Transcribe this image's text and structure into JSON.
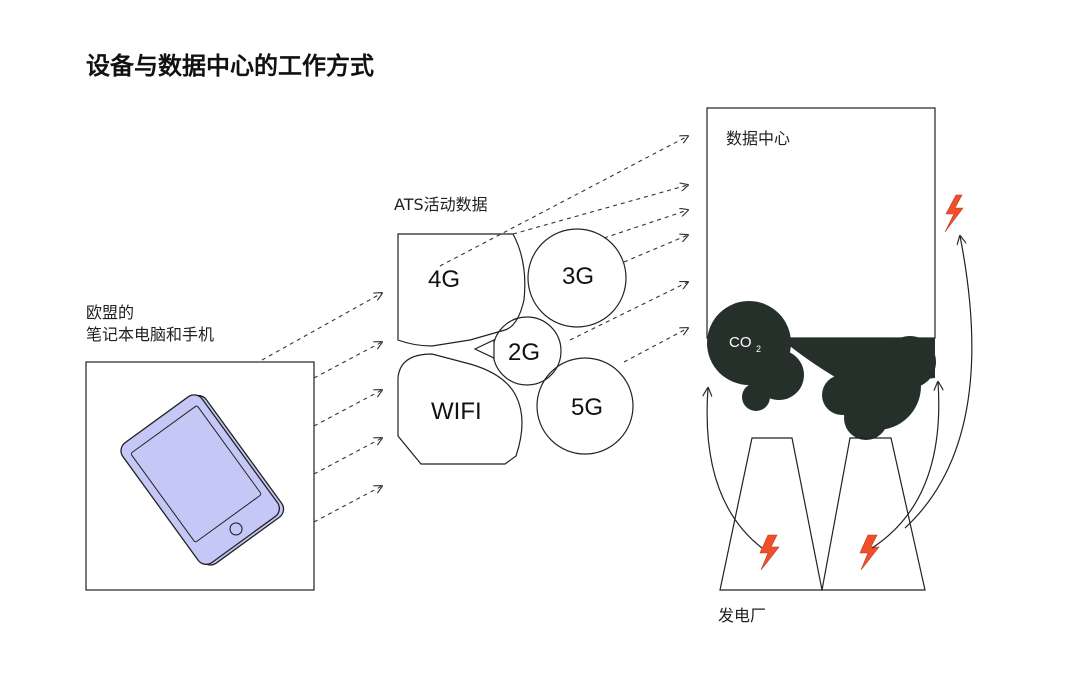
{
  "title": "设备与数据中心的工作方式",
  "devices": {
    "label_line1": "欧盟的",
    "label_line2": "笔记本电脑和手机"
  },
  "network": {
    "label": "ATS活动数据",
    "nodes": {
      "n4g": "4G",
      "n3g": "3G",
      "n2g": "2G",
      "wifi": "WIFI",
      "n5g": "5G"
    }
  },
  "datacenter": {
    "label": "数据中心",
    "co2": "CO",
    "co2_sub": "2"
  },
  "powerplant": {
    "label": "发电厂"
  },
  "colors": {
    "phone": "#c5c8f6",
    "smoke": "#26302b",
    "bolt": "#ef4f2b",
    "stroke": "#222222"
  },
  "icons": [
    "phone-icon",
    "lightning-icon",
    "arrow-icon"
  ]
}
